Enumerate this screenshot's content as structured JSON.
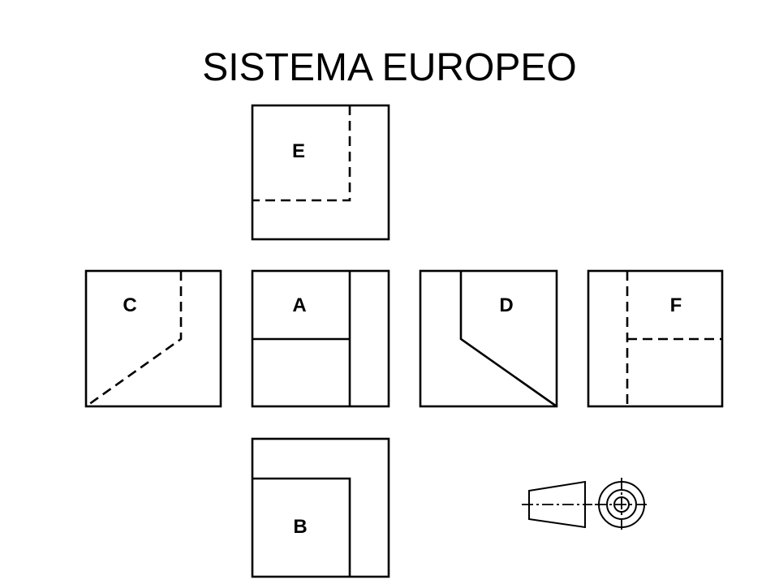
{
  "title": "SISTEMA EUROPEO",
  "views": {
    "A": "A",
    "B": "B",
    "C": "C",
    "D": "D",
    "E": "E",
    "F": "F"
  },
  "projection_symbol": {
    "icon": "first-angle-projection-symbol"
  }
}
